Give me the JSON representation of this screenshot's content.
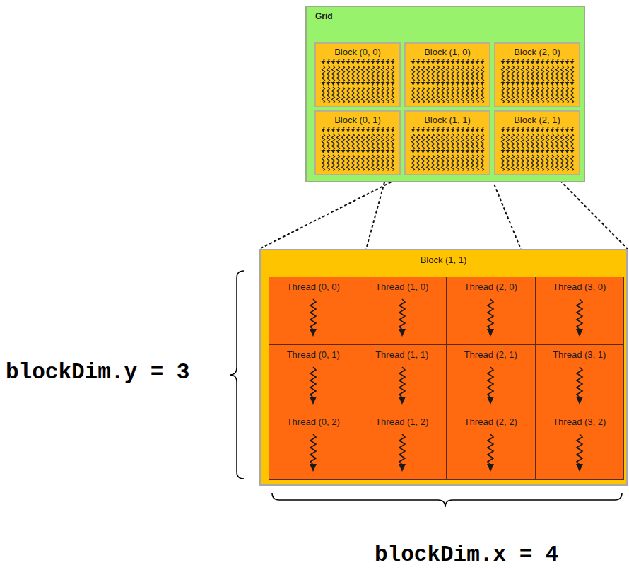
{
  "diagram": {
    "nodes": [
      {
        "text": [
          "Grid"
        ]
      },
      {
        "text": [
          "Block (0, 0)"
        ],
        "in": 0
      },
      {
        "text": [
          "Block (1, 0)"
        ],
        "in": 0
      },
      {
        "text": [
          "Block (2, 0)"
        ],
        "in": 0
      },
      {
        "text": [
          "Block (0, 1)"
        ],
        "in": 0
      },
      {
        "text": [
          "Block (1, 1)"
        ],
        "in": 0
      },
      {
        "text": [
          "Block (2, 1)"
        ],
        "in": 0
      },
      {
        "text": [
          "Block (1, 1)"
        ]
      },
      {
        "text": [
          "Thread (0, 0)"
        ],
        "in": 7
      },
      {
        "text": [
          "Thread (1, 0)"
        ],
        "in": 7
      },
      {
        "text": [
          "Thread (2, 0)"
        ],
        "in": 7
      },
      {
        "text": [
          "Thread (3, 0)"
        ],
        "in": 7
      },
      {
        "text": [
          "Thread (0, 1)"
        ],
        "in": 7
      },
      {
        "text": [
          "Thread (1, 1)"
        ],
        "in": 7
      },
      {
        "text": [
          "Thread (2, 1)"
        ],
        "in": 7
      },
      {
        "text": [
          "Thread (3, 1)"
        ],
        "in": 7
      },
      {
        "text": [
          "Thread (0, 2)"
        ],
        "in": 7
      },
      {
        "text": [
          "Thread (1, 2)"
        ],
        "in": 7
      },
      {
        "text": [
          "Thread (2, 2)"
        ],
        "in": 7
      },
      {
        "text": [
          "Thread (3, 2)"
        ],
        "in": 7
      }
    ],
    "edges": [
      {
        "from": 5,
        "to": 7,
        "arrow": "none"
      },
      {
        "from": 5,
        "to": 7,
        "arrow": "none"
      },
      {
        "from": 5,
        "to": 7,
        "arrow": "none"
      },
      {
        "from": 5,
        "to": 7,
        "arrow": "none"
      }
    ],
    "labels": [
      "blockDim.y = 3",
      "blockDim.x = 4"
    ]
  }
}
